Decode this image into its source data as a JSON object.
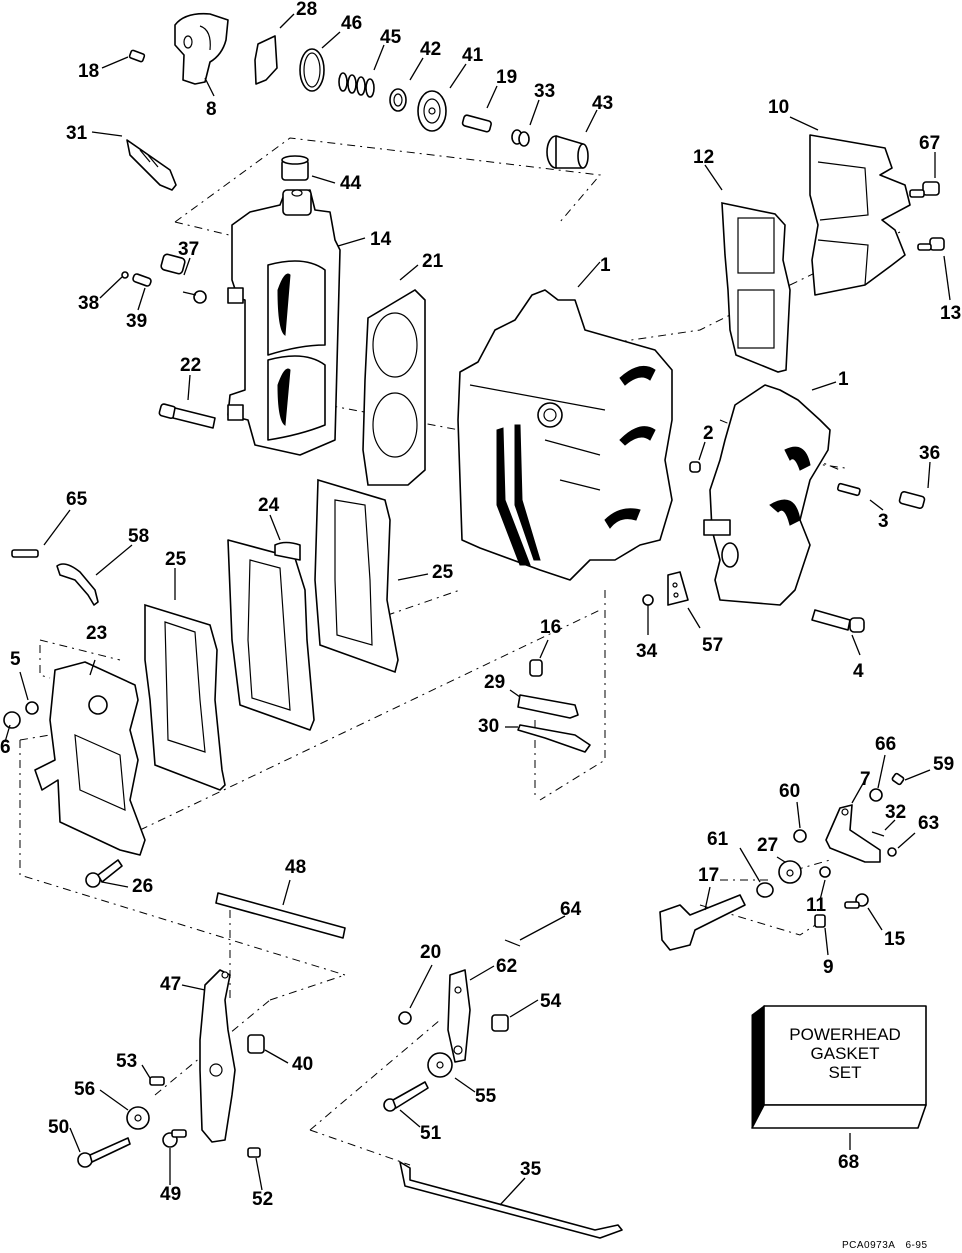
{
  "diagram": {
    "type": "exploded-parts-diagram",
    "subject": "Powerhead"
  },
  "callouts": [
    {
      "id": "c28",
      "label": "28"
    },
    {
      "id": "c46",
      "label": "46"
    },
    {
      "id": "c45",
      "label": "45"
    },
    {
      "id": "c42",
      "label": "42"
    },
    {
      "id": "c41",
      "label": "41"
    },
    {
      "id": "c19",
      "label": "19"
    },
    {
      "id": "c33",
      "label": "33"
    },
    {
      "id": "c43",
      "label": "43"
    },
    {
      "id": "c18",
      "label": "18"
    },
    {
      "id": "c8",
      "label": "8"
    },
    {
      "id": "c31",
      "label": "31"
    },
    {
      "id": "c44",
      "label": "44"
    },
    {
      "id": "c10",
      "label": "10"
    },
    {
      "id": "c67",
      "label": "67"
    },
    {
      "id": "c12",
      "label": "12"
    },
    {
      "id": "c13",
      "label": "13"
    },
    {
      "id": "c14",
      "label": "14"
    },
    {
      "id": "c21",
      "label": "21"
    },
    {
      "id": "c37",
      "label": "37"
    },
    {
      "id": "c38",
      "label": "38"
    },
    {
      "id": "c39",
      "label": "39"
    },
    {
      "id": "c22",
      "label": "22"
    },
    {
      "id": "c1a",
      "label": "1"
    },
    {
      "id": "c1b",
      "label": "1"
    },
    {
      "id": "c2",
      "label": "2"
    },
    {
      "id": "c36",
      "label": "36"
    },
    {
      "id": "c3",
      "label": "3"
    },
    {
      "id": "c65",
      "label": "65"
    },
    {
      "id": "c58",
      "label": "58"
    },
    {
      "id": "c24",
      "label": "24"
    },
    {
      "id": "c25a",
      "label": "25"
    },
    {
      "id": "c25b",
      "label": "25"
    },
    {
      "id": "c23",
      "label": "23"
    },
    {
      "id": "c5",
      "label": "5"
    },
    {
      "id": "c6",
      "label": "6"
    },
    {
      "id": "c16",
      "label": "16"
    },
    {
      "id": "c29",
      "label": "29"
    },
    {
      "id": "c30",
      "label": "30"
    },
    {
      "id": "c34",
      "label": "34"
    },
    {
      "id": "c57",
      "label": "57"
    },
    {
      "id": "c4",
      "label": "4"
    },
    {
      "id": "c66",
      "label": "66"
    },
    {
      "id": "c59",
      "label": "59"
    },
    {
      "id": "c7",
      "label": "7"
    },
    {
      "id": "c60",
      "label": "60"
    },
    {
      "id": "c32",
      "label": "32"
    },
    {
      "id": "c63",
      "label": "63"
    },
    {
      "id": "c61",
      "label": "61"
    },
    {
      "id": "c27",
      "label": "27"
    },
    {
      "id": "c17",
      "label": "17"
    },
    {
      "id": "c11",
      "label": "11"
    },
    {
      "id": "c15",
      "label": "15"
    },
    {
      "id": "c9",
      "label": "9"
    },
    {
      "id": "c26",
      "label": "26"
    },
    {
      "id": "c48",
      "label": "48"
    },
    {
      "id": "c64",
      "label": "64"
    },
    {
      "id": "c20",
      "label": "20"
    },
    {
      "id": "c62",
      "label": "62"
    },
    {
      "id": "c47",
      "label": "47"
    },
    {
      "id": "c54",
      "label": "54"
    },
    {
      "id": "c40",
      "label": "40"
    },
    {
      "id": "c53",
      "label": "53"
    },
    {
      "id": "c56",
      "label": "56"
    },
    {
      "id": "c55",
      "label": "55"
    },
    {
      "id": "c50",
      "label": "50"
    },
    {
      "id": "c51",
      "label": "51"
    },
    {
      "id": "c49",
      "label": "49"
    },
    {
      "id": "c52",
      "label": "52"
    },
    {
      "id": "c35",
      "label": "35"
    },
    {
      "id": "c68",
      "label": "68"
    }
  ],
  "kit": {
    "lines": [
      "POWERHEAD",
      "GASKET",
      "SET"
    ],
    "part_number": "68"
  },
  "footer": {
    "drawing_id": "PCA0973A",
    "date": "6-95"
  }
}
